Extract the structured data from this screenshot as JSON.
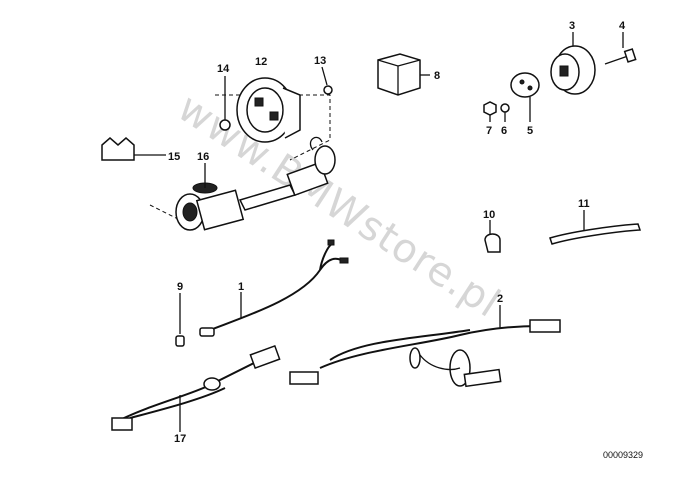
{
  "watermark": "www.BMWstore.pl",
  "document_number": "00009329",
  "callouts": [
    "1",
    "2",
    "3",
    "4",
    "5",
    "6",
    "7",
    "8",
    "9",
    "10",
    "11",
    "12",
    "13",
    "14",
    "15",
    "16",
    "17"
  ]
}
